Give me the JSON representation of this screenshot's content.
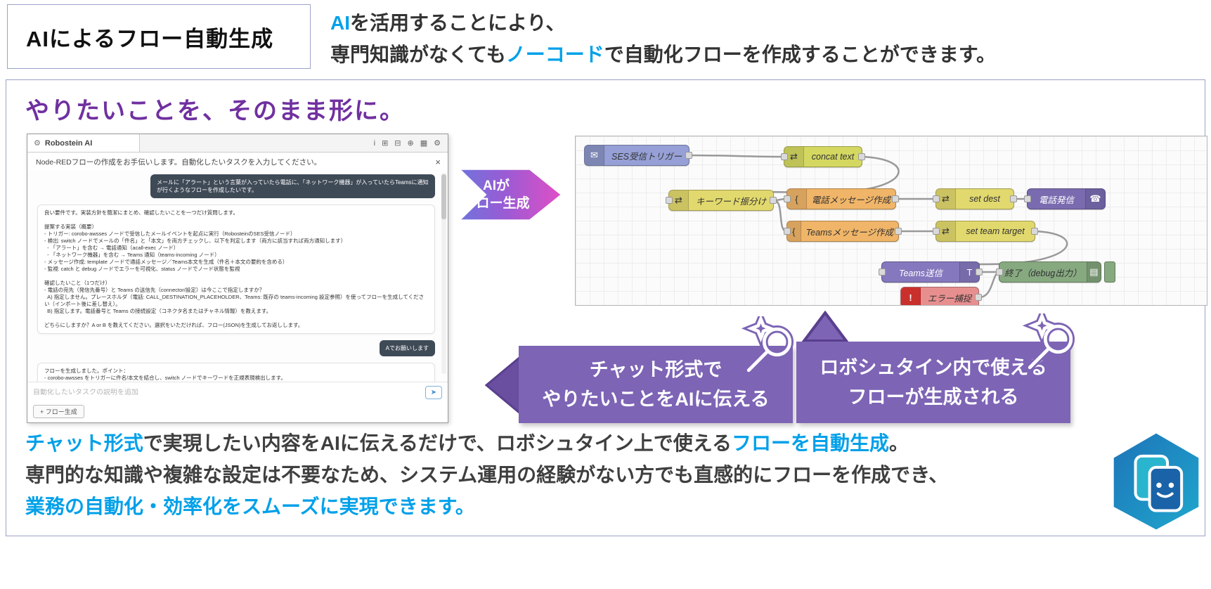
{
  "accent": {
    "blue": "#00a0e9",
    "purple": "#7030a0",
    "callout_purple": "#7d64b5"
  },
  "header": {
    "title": "AIによるフロー自動生成",
    "subtitle": {
      "s1": "AI",
      "s2": "を活用することにより、",
      "s3": "専門知識がなくても",
      "s4": "ノーコード",
      "s5": "で自動化フローを作成することができます。"
    }
  },
  "main": {
    "heading": "やりたいことを、そのまま形に。",
    "arrow_line1": "AIが",
    "arrow_line2": "フロー生成"
  },
  "chat": {
    "window_title": "Robostein AI",
    "titlebar_icons": {
      "gear": "⚙",
      "info": "i",
      "copy": "⊞",
      "delete": "⊟",
      "add": "⊕",
      "grid": "▦",
      "settings": "⚙"
    },
    "close_icon": "×",
    "intro": "Node-REDフローの作成をお手伝いします。自動化したいタスクを入力してください。",
    "user_message_1": "メールに「アラート」という言葉が入っていたら電話に、「ネットワーク機器」が入っていたらTeamsに通知が行くようなフローを作成したいです。",
    "ai_message_1": "良い要件です。実装方針を簡潔にまとめ、確認したいことを一つだけ質問します。\n\n提案する実装（概要）\n- トリガー: corobo-awsses ノードで受信したメールイベントを起点に実行（RobosteinのSES受信ノード）\n- 検出: switch ノードでメールの「件名」と「本文」を両方チェックし、以下を判定します（両方に該当すれば両方通知します）\n  - 「アラート」を含む → 電話通知（acall-exec ノード）\n  - 「ネットワーク機器」を含む → Teams 通知（teams-incoming ノード）\n- メッセージ作成: template ノードで通話メッセージ／Teams本文を生成（件名＋本文の要約を含める）\n- 監視: catch と debug ノードでエラーを可視化、status ノードでノード状態を監視\n\n確認したいこと（1つだけ）\n- 電話の宛先（発信先番号）と Teams の送信先（connector/設定）は今ここで指定しますか？\n  A) 指定しません。プレースホルダ（電話: CALL_DESTINATION_PLACEHOLDER、Teams: 既存の teams-incoming 設定参照）を使ってフローを生成してください（インポート後に差し替え）。\n  B) 指定します。電話番号と Teams の接続設定（コネクタ名またはチャネル情報）を教えます。\n\nどちらにしますか？A or B を教えてください。選択をいただければ、フロー(JSON)を生成してお返しします。",
    "user_message_2": "Aでお願いします",
    "ai_message_2": "フローを生成しました。ポイント：\n- corobo-awsses をトリガーに件名/本文を結合し、switch ノードでキーワードを正規表現検出します。\n- 「アラート」→ acall-exec（電話）、「ネットワーク機器」→ teams-incoming（Teams）。両方含む場合は両方実行されます。\n- 電話先・Teamsターゲットはプレースホルダ（CALL_DESTINATION_PLACEHOLDER / TEAMS_TARGET_PLACEHOLDER）です。インポート後に差し替えてください。\n\nインポートして動作確認し、必要なら宛先や文面の変更、エラーハンドリング強化を指示してください。",
    "input_placeholder": "自動化したいタスクの説明を追加",
    "send_icon": "➤",
    "generate_button": "+ フロー生成"
  },
  "flow": {
    "icons": {
      "mail": "✉",
      "shuffle": "⇄",
      "brace": "{",
      "phone": "☎",
      "teams": "T",
      "debug": "▤",
      "error": "!",
      "pencil": "✎"
    },
    "nodes": [
      {
        "label": "SES受信トリガー"
      },
      {
        "label": "concat text"
      },
      {
        "label": "キーワード振分け"
      },
      {
        "label": "電話メッセージ作成"
      },
      {
        "label": "set dest"
      },
      {
        "label": "電話発信"
      },
      {
        "label": "Teamsメッセージ作成"
      },
      {
        "label": "set team target"
      },
      {
        "label": "Teams送信"
      },
      {
        "label": "終了（debug出力）"
      },
      {
        "label": "エラー捕捉"
      }
    ]
  },
  "callouts": {
    "c1_line1": "チャット形式で",
    "c1_line2": "やりたいことをAIに伝える",
    "c2_line1": "ロボシュタイン内で使える",
    "c2_line2": "フローが生成される"
  },
  "footer": {
    "p1s1": "チャット形式",
    "p1s2": "で実現したい内容をAIに伝えるだけで、ロボシュタイン上で使える",
    "p1s3": "フローを自動生成",
    "p1s4": "。",
    "p2": "専門的な知識や複雑な設定は不要なため、システム運用の経験がない方でも直感的にフローを作成でき、",
    "p3": "業務の自動化・効率化をスムーズに実現できます。"
  }
}
